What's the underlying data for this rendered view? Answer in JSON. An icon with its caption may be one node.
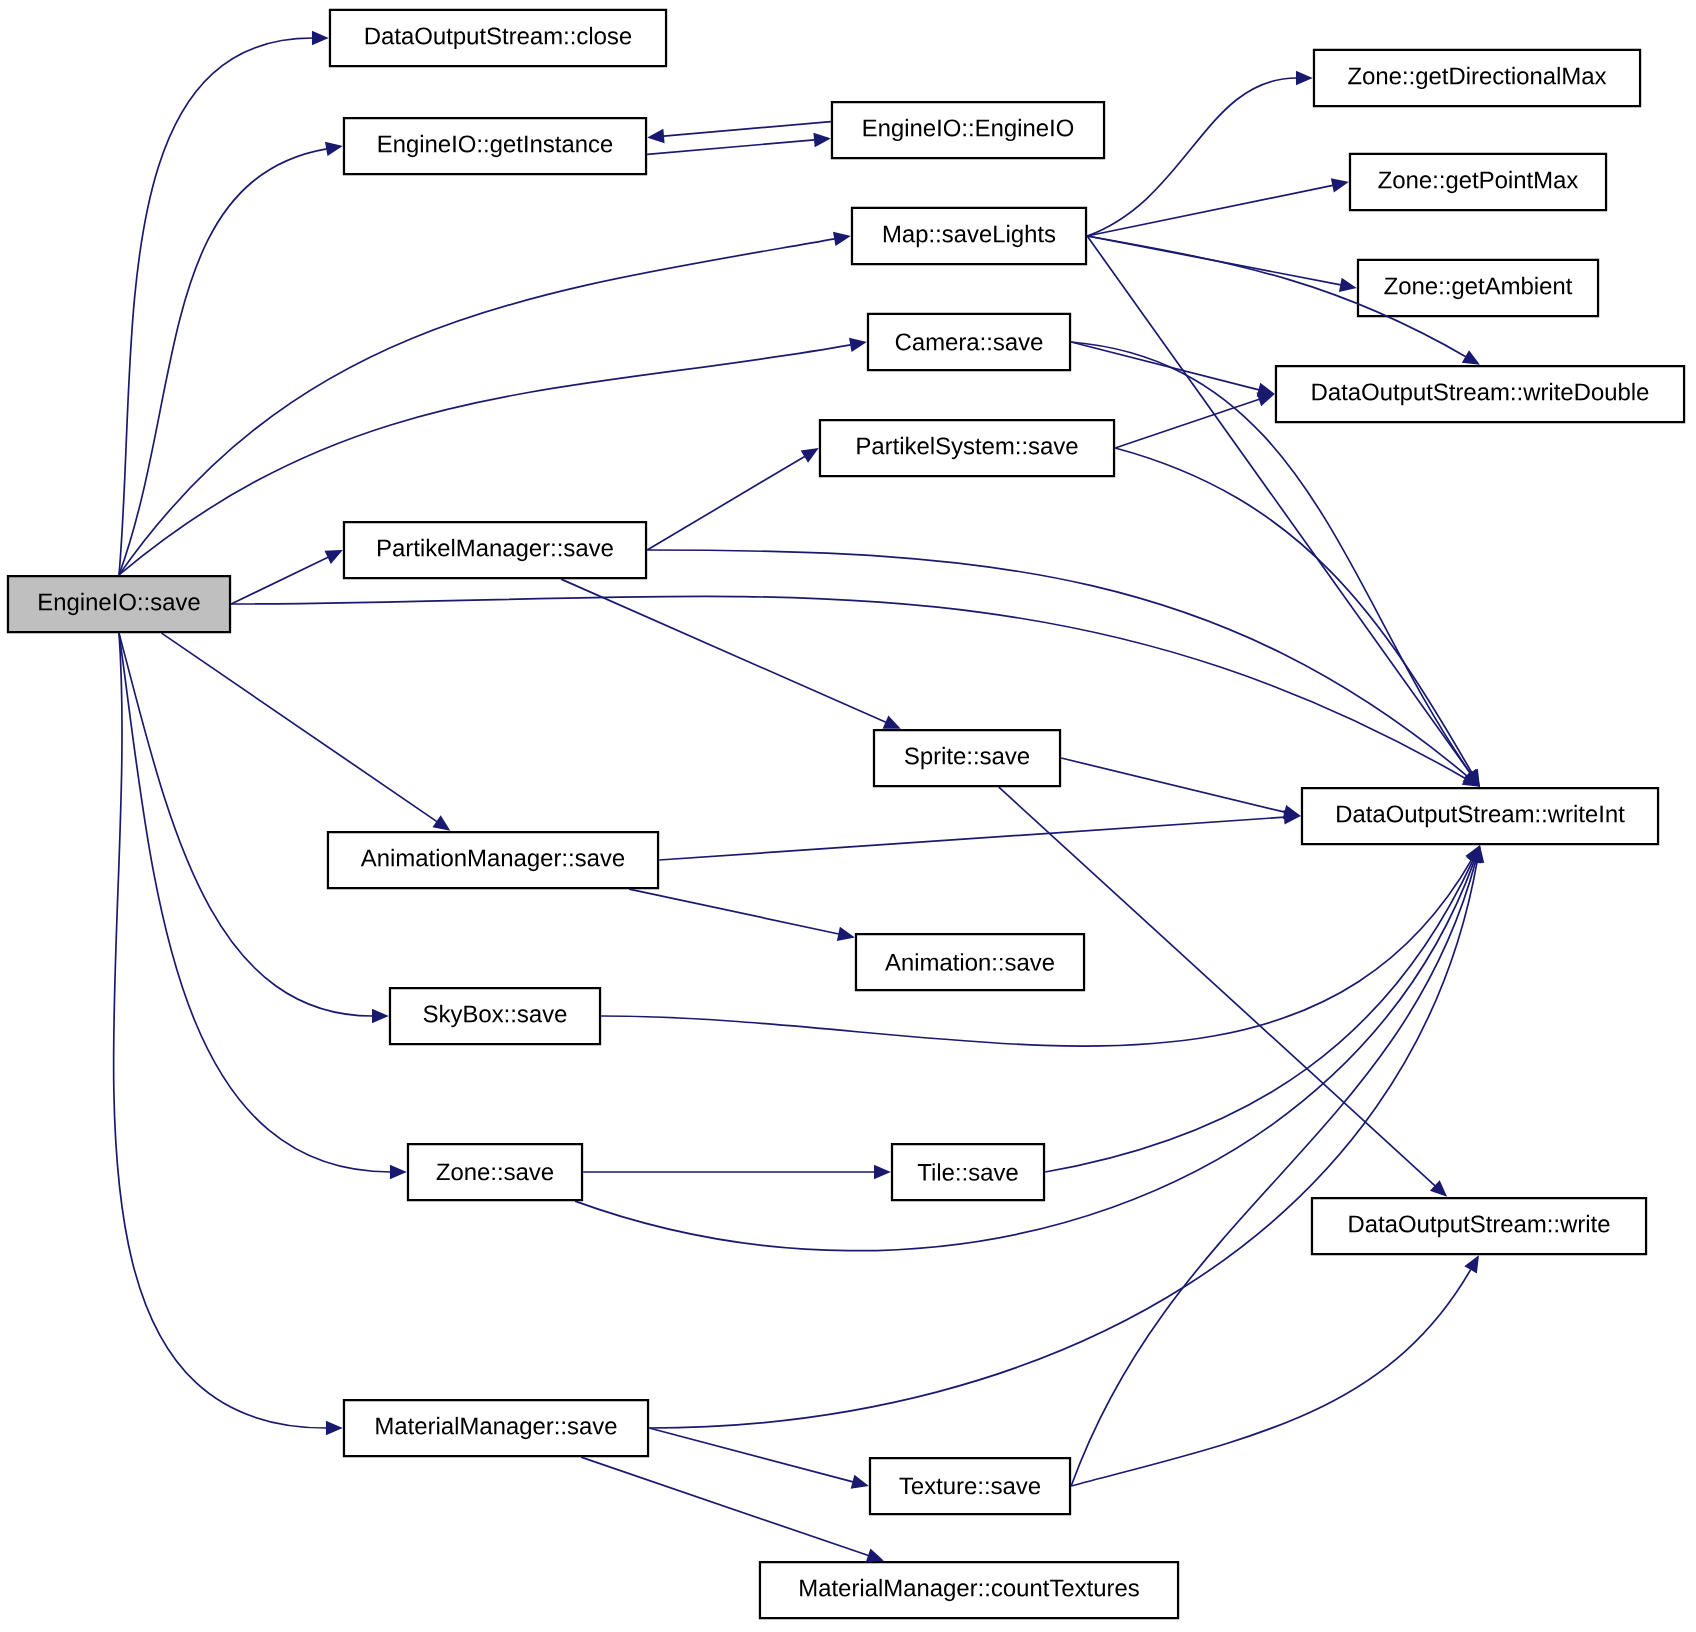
{
  "diagram": {
    "nodes": [
      {
        "text": [
          "EngineIO::save"
        ]
      },
      {
        "text": [
          "DataOutputStream::close"
        ]
      },
      {
        "text": [
          "EngineIO::getInstance"
        ]
      },
      {
        "text": [
          "EngineIO::EngineIO"
        ]
      },
      {
        "text": [
          "Map::saveLights"
        ]
      },
      {
        "text": [
          "Zone::getDirectionalMax"
        ]
      },
      {
        "text": [
          "Zone::getPointMax"
        ]
      },
      {
        "text": [
          "Zone::getAmbient"
        ]
      },
      {
        "text": [
          "Camera::save"
        ]
      },
      {
        "text": [
          "DataOutputStream::writeDouble"
        ]
      },
      {
        "text": [
          "PartikelSystem::save"
        ]
      },
      {
        "text": [
          "PartikelManager::save"
        ]
      },
      {
        "text": [
          "Sprite::save"
        ]
      },
      {
        "text": [
          "DataOutputStream::writeInt"
        ]
      },
      {
        "text": [
          "AnimationManager::save"
        ]
      },
      {
        "text": [
          "Animation::save"
        ]
      },
      {
        "text": [
          "SkyBox::save"
        ]
      },
      {
        "text": [
          "Zone::save"
        ]
      },
      {
        "text": [
          "Tile::save"
        ]
      },
      {
        "text": [
          "DataOutputStream::write"
        ]
      },
      {
        "text": [
          "MaterialManager::save"
        ]
      },
      {
        "text": [
          "Texture::save"
        ]
      },
      {
        "text": [
          "MaterialManager::countTextures"
        ]
      }
    ],
    "edges": [
      {
        "from": 0,
        "to": 1,
        "arrow": "to"
      },
      {
        "from": 0,
        "to": 2,
        "arrow": "to"
      },
      {
        "from": 0,
        "to": 4,
        "arrow": "to"
      },
      {
        "from": 0,
        "to": 8,
        "arrow": "to"
      },
      {
        "from": 0,
        "to": 11,
        "arrow": "to"
      },
      {
        "from": 0,
        "to": 13,
        "arrow": "to"
      },
      {
        "from": 0,
        "to": 14,
        "arrow": "to"
      },
      {
        "from": 0,
        "to": 16,
        "arrow": "to"
      },
      {
        "from": 0,
        "to": 17,
        "arrow": "to"
      },
      {
        "from": 0,
        "to": 20,
        "arrow": "to"
      },
      {
        "from": 2,
        "to": 3,
        "arrow": "to"
      },
      {
        "from": 3,
        "to": 2,
        "arrow": "to"
      },
      {
        "from": 4,
        "to": 5,
        "arrow": "to"
      },
      {
        "from": 4,
        "to": 6,
        "arrow": "to"
      },
      {
        "from": 4,
        "to": 7,
        "arrow": "to"
      },
      {
        "from": 4,
        "to": 9,
        "arrow": "to"
      },
      {
        "from": 4,
        "to": 13,
        "arrow": "to"
      },
      {
        "from": 8,
        "to": 9,
        "arrow": "to"
      },
      {
        "from": 8,
        "to": 13,
        "arrow": "to"
      },
      {
        "from": 10,
        "to": 9,
        "arrow": "to"
      },
      {
        "from": 10,
        "to": 13,
        "arrow": "to"
      },
      {
        "from": 11,
        "to": 10,
        "arrow": "to"
      },
      {
        "from": 11,
        "to": 12,
        "arrow": "to"
      },
      {
        "from": 11,
        "to": 13,
        "arrow": "to"
      },
      {
        "from": 12,
        "to": 13,
        "arrow": "to"
      },
      {
        "from": 12,
        "to": 19,
        "arrow": "to"
      },
      {
        "from": 14,
        "to": 13,
        "arrow": "to"
      },
      {
        "from": 14,
        "to": 15,
        "arrow": "to"
      },
      {
        "from": 16,
        "to": 13,
        "arrow": "to"
      },
      {
        "from": 17,
        "to": 18,
        "arrow": "to"
      },
      {
        "from": 17,
        "to": 13,
        "arrow": "to"
      },
      {
        "from": 18,
        "to": 13,
        "arrow": "to"
      },
      {
        "from": 20,
        "to": 13,
        "arrow": "to"
      },
      {
        "from": 20,
        "to": 21,
        "arrow": "to"
      },
      {
        "from": 20,
        "to": 22,
        "arrow": "to"
      },
      {
        "from": 21,
        "to": 13,
        "arrow": "to"
      },
      {
        "from": 21,
        "to": 19,
        "arrow": "to"
      }
    ]
  }
}
